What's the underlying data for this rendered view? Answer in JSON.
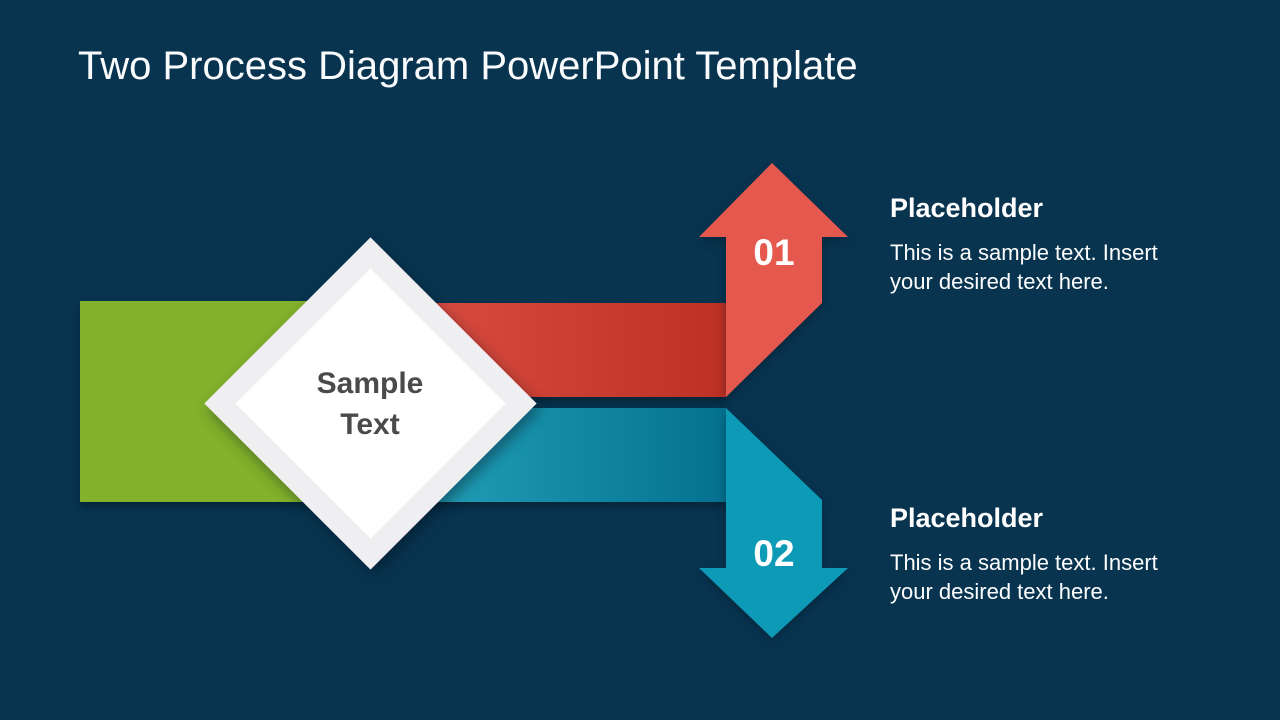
{
  "slide": {
    "title": "Two Process Diagram PowerPoint Template"
  },
  "diamond": {
    "label": "Sample\nText"
  },
  "steps": [
    {
      "number": "01",
      "heading": "Placeholder",
      "body": "This is a sample text. Insert your desired text here.",
      "direction": "up",
      "arrow_color": "#e5584e",
      "band_gradient": [
        "#d94c41",
        "#bd3024"
      ]
    },
    {
      "number": "02",
      "heading": "Placeholder",
      "body": "This is a sample text. Insert your desired text here.",
      "direction": "down",
      "arrow_color": "#0d9ab6",
      "band_gradient": [
        "#22a0b8",
        "#04718f"
      ]
    }
  ],
  "colors": {
    "background": "#083450",
    "green_bar": "#82b12b",
    "diamond_border": "#efeff1",
    "diamond_fill": "#ffffff",
    "diamond_text": "#4a4a4c",
    "text": "#ffffff"
  }
}
